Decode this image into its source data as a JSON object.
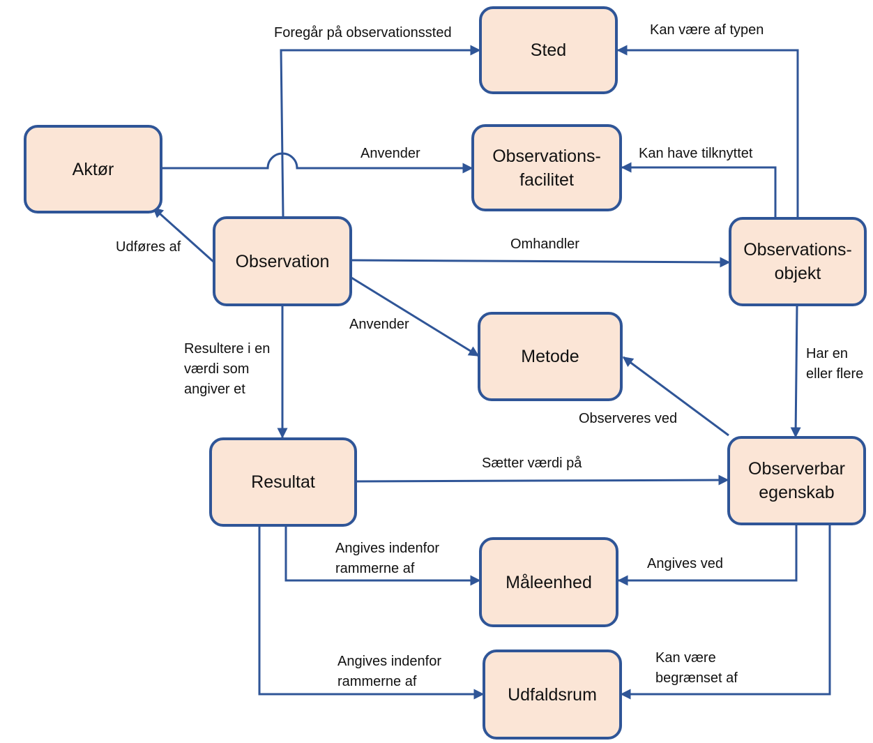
{
  "colors": {
    "node_fill": "#fbe5d6",
    "node_border": "#2f5597",
    "edge": "#2f5597",
    "text": "#111111"
  },
  "nodes": {
    "sted": "Sted",
    "aktor": "Aktør",
    "facilitet": "Observations-\nfacilitet",
    "observation": "Observation",
    "objekt": "Observations-\nobjekt",
    "metode": "Metode",
    "resultat": "Resultat",
    "egenskab": "Observerbar\negenskab",
    "maaleenhed": "Måleenhed",
    "udfaldsrum": "Udfaldsrum"
  },
  "edges": {
    "foregaar": "Foregår på observationssted",
    "kan_vaere_typen": "Kan være af typen",
    "anvender_facilitet": "Anvender",
    "kan_have": "Kan have tilknyttet",
    "udfoeres": "Udføres af",
    "omhandler": "Omhandler",
    "anvender_metode": "Anvender",
    "resultere": "Resultere i en\nværdi som\nangiver et",
    "har_en": "Har en\neller flere",
    "observeres": "Observeres ved",
    "saetter": "Sætter værdi på",
    "angives_indenfor_1": "Angives indenfor\nrammerne af",
    "angives_ved": "Angives ved",
    "angives_indenfor_2": "Angives indenfor\nrammerne af",
    "kan_vaere_begraenset": "Kan være\nbegrænset af"
  }
}
